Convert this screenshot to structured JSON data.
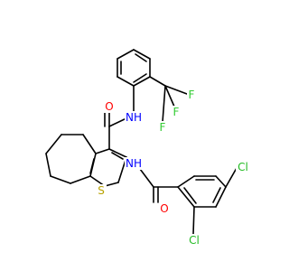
{
  "colors": {
    "background": "#ffffff",
    "bond": "#000000",
    "O": "#ff0000",
    "N": "#0000ff",
    "S": "#b8a200",
    "F": "#33cc33",
    "Cl": "#22bb22"
  },
  "labels": {
    "o_amide_top": "O",
    "nh_amide_top": "NH",
    "f1": "F",
    "f2": "F",
    "f3": "F",
    "nh_amide_mid": "NH",
    "s_thiophene": "S",
    "o_amide_bottom": "O",
    "cl_para": "Cl",
    "cl_ortho": "Cl"
  }
}
